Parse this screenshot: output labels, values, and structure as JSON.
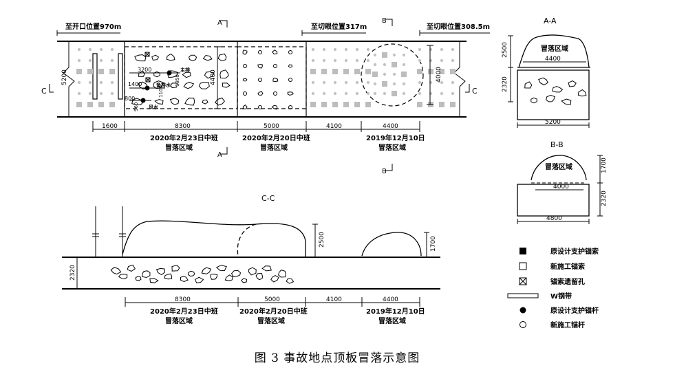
{
  "plan": {
    "top_labels": {
      "open_pos": "至开口位置970m",
      "cut1": "至切眼位置317m",
      "cut2": "至切眼位置308.5m"
    },
    "section_a_marker": "A",
    "section_b_marker": "B",
    "section_c_marker": "C",
    "width_dim": "5200",
    "inner_height_dim_1": "4400",
    "inner_height_dim_2": "4000",
    "small_dims": {
      "d3200": "3200",
      "d1400": "1400",
      "d1100": "1100",
      "d800": "800",
      "d960": "960",
      "d1950": "1950"
    },
    "small_labels": {
      "l1": "主排",
      "l2": "备排水",
      "l3": "风水"
    },
    "bottom_dims": [
      "1600",
      "8300",
      "5000",
      "4100",
      "4400"
    ],
    "area1": {
      "date": "2020年2月23日中班",
      "label": "冒落区域"
    },
    "area2": {
      "date": "2020年2月20日中班",
      "label": "冒落区域"
    },
    "area3": {
      "date": "2019年12月10日",
      "label": "冒落区域"
    }
  },
  "section_aa": {
    "title": "A-A",
    "label": "冒落区域",
    "dims": {
      "h_top": "2500",
      "h_bottom": "2320",
      "inner_w": "4400",
      "outer_w": "5200"
    }
  },
  "section_bb": {
    "title": "B-B",
    "label": "冒落区域",
    "dims": {
      "h_top": "1700",
      "h_bottom": "2320",
      "inner_w": "4000",
      "outer_w": "4800"
    }
  },
  "section_cc": {
    "title": "C-C",
    "dims": {
      "h_left": "2320",
      "h_mid": "2500",
      "h_right": "1700"
    },
    "bottom_dims": [
      "8300",
      "5000",
      "4100",
      "4400"
    ],
    "area1": {
      "date": "2020年2月23日中班",
      "label": "冒落区域"
    },
    "area2": {
      "date": "2020年2月20日中班",
      "label": "冒落区域"
    },
    "area3": {
      "date": "2019年12月10日",
      "label": "冒落区域"
    }
  },
  "legend": [
    {
      "symbol": "filled-square",
      "label": "原设计支护锚索"
    },
    {
      "symbol": "hollow-square",
      "label": "新施工锚索"
    },
    {
      "symbol": "crossed-square",
      "label": "锚索遗留孔"
    },
    {
      "symbol": "steel-strip",
      "label": "W钢带"
    },
    {
      "symbol": "filled-circle",
      "label": "原设计支护锚杆"
    },
    {
      "symbol": "hollow-circle",
      "label": "新施工锚杆"
    }
  ],
  "caption": "图 3  事故地点顶板冒落示意图"
}
